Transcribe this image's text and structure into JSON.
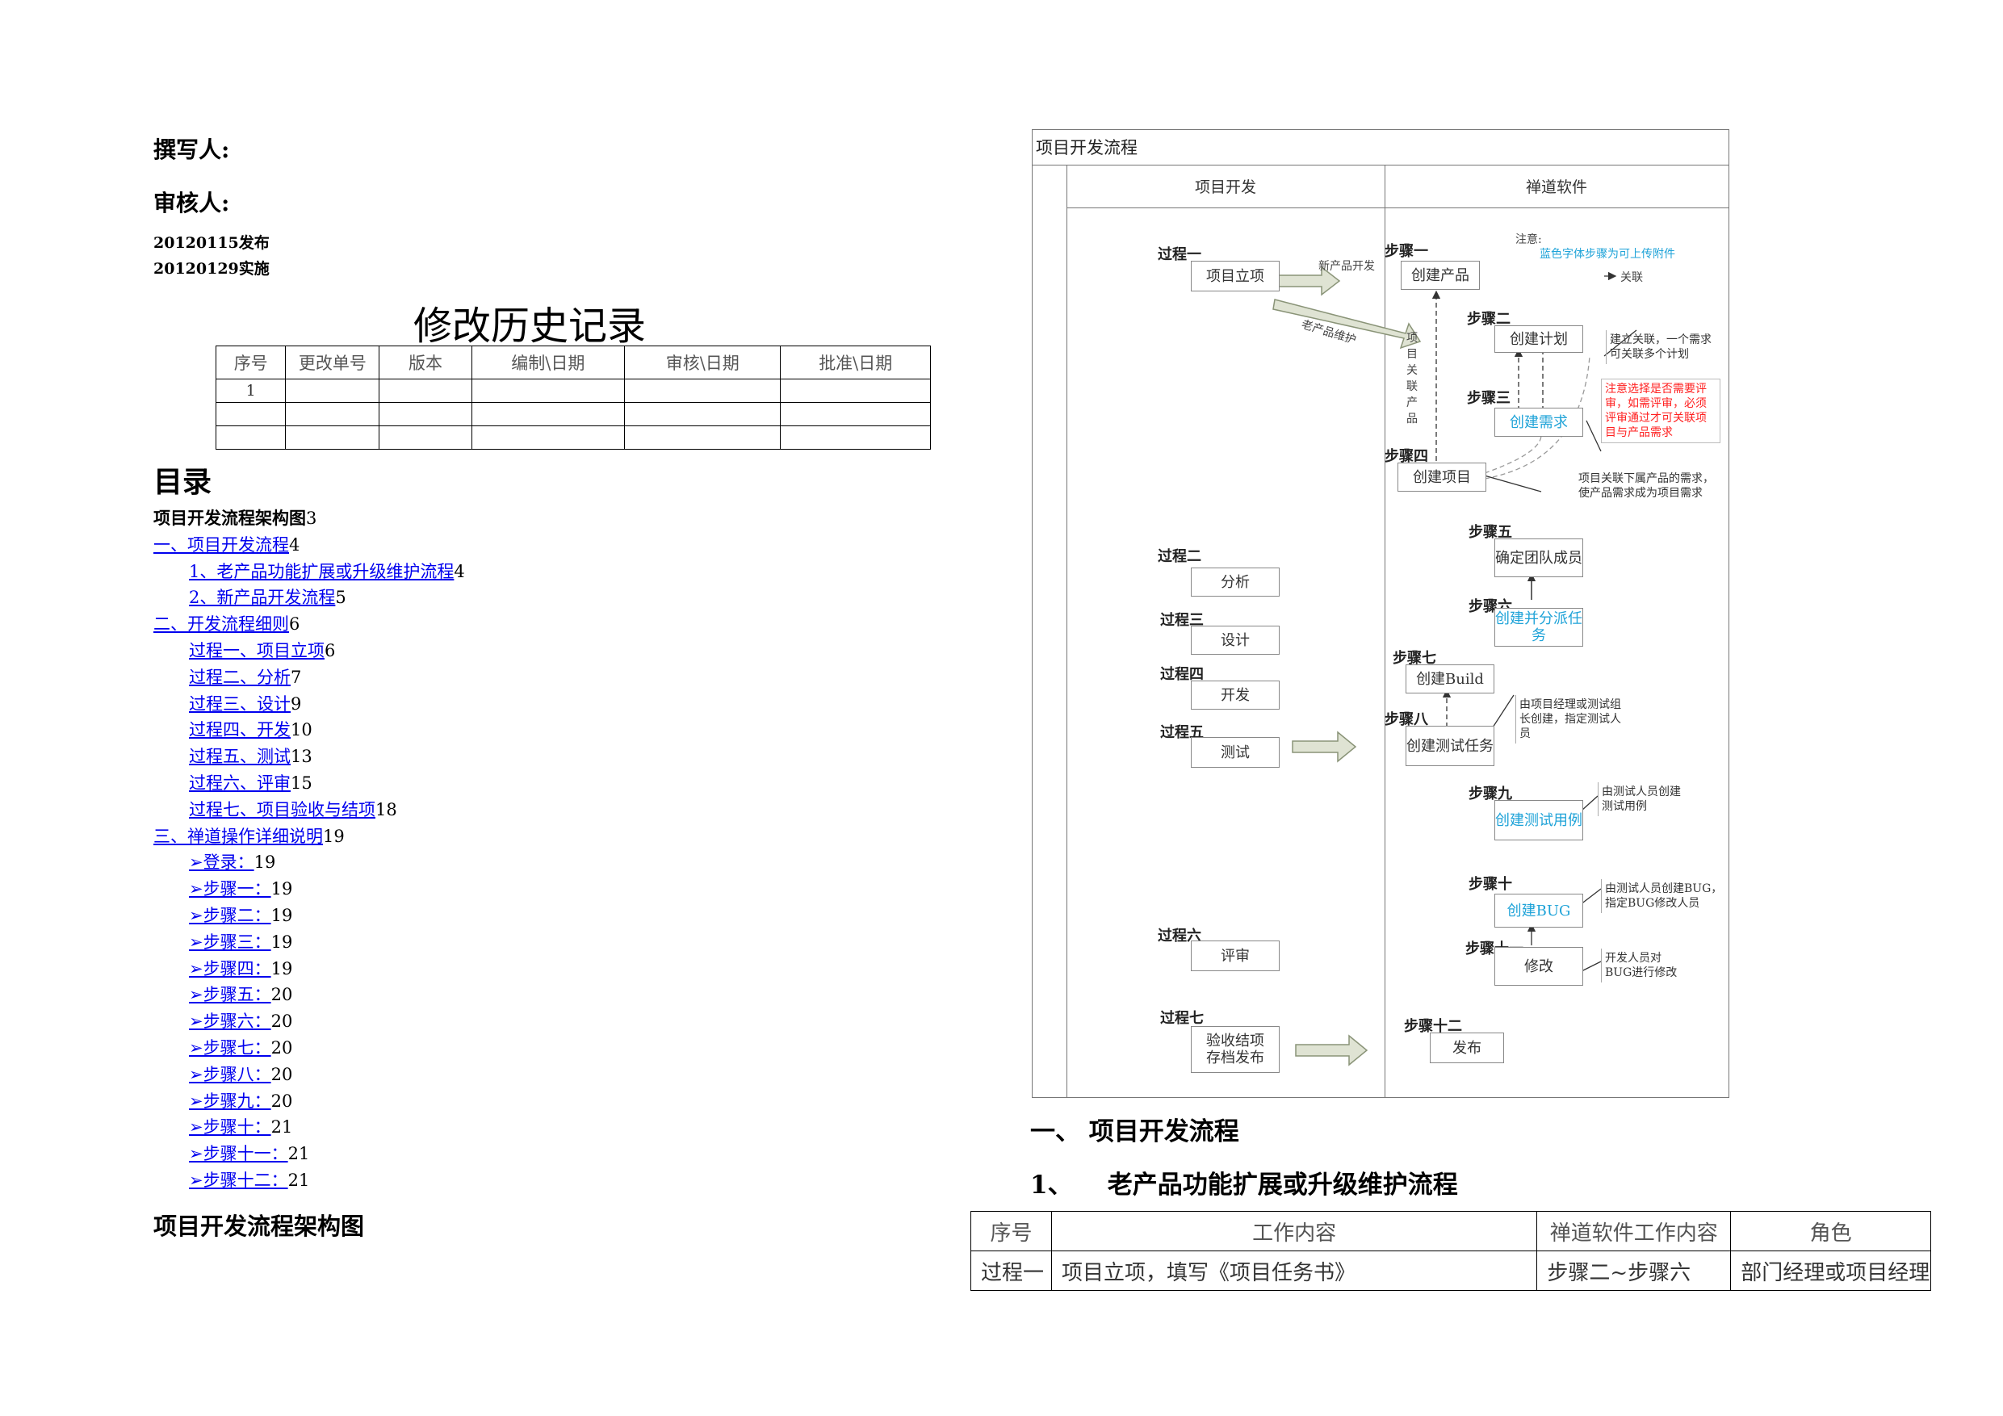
{
  "left_page": {
    "writer_label": "撰写人:",
    "reviewer_label": "审核人:",
    "publish_date": "20120115发布",
    "implement_date": "20120129实施",
    "revision_title": "修改历史记录",
    "revision_table": {
      "headers": [
        "序号",
        "更改单号",
        "版本",
        "编制\\日期",
        "审核\\日期",
        "批准\\日期"
      ],
      "rows": [
        [
          "1",
          "",
          "",
          "",
          "",
          ""
        ],
        [
          "",
          "",
          "",
          "",
          "",
          ""
        ],
        [
          "",
          "",
          "",
          "",
          "",
          ""
        ]
      ]
    },
    "toc_title": "目录",
    "toc": [
      {
        "text": "项目开发流程架构图",
        "page": "3",
        "link": false,
        "indent": 0
      },
      {
        "text": "一、项目开发流程",
        "page": "4",
        "link": true,
        "indent": 0
      },
      {
        "text": "1、老产品功能扩展或升级维护流程",
        "page": "4",
        "link": true,
        "indent": 1
      },
      {
        "text": "2、新产品开发流程",
        "page": "5",
        "link": true,
        "indent": 1
      },
      {
        "text": "二、开发流程细则",
        "page": "6",
        "link": true,
        "indent": 0
      },
      {
        "text": "过程一、项目立项",
        "page": "6",
        "link": true,
        "indent": 1
      },
      {
        "text": "过程二、分析",
        "page": "7",
        "link": true,
        "indent": 1
      },
      {
        "text": "过程三、设计",
        "page": "9",
        "link": true,
        "indent": 1
      },
      {
        "text": "过程四、开发",
        "page": "10",
        "link": true,
        "indent": 1
      },
      {
        "text": "过程五、测试",
        "page": "13",
        "link": true,
        "indent": 1
      },
      {
        "text": "过程六、评审",
        "page": "15",
        "link": true,
        "indent": 1
      },
      {
        "text": "过程七、项目验收与结项",
        "page": "18",
        "link": true,
        "indent": 1
      },
      {
        "text": "三、禅道操作详细说明",
        "page": "19",
        "link": true,
        "indent": 0
      },
      {
        "text": "➢登录：",
        "page": "19",
        "link": true,
        "indent": 1
      },
      {
        "text": "➢步骤一：",
        "page": "19",
        "link": true,
        "indent": 1
      },
      {
        "text": "➢步骤二：",
        "page": "19",
        "link": true,
        "indent": 1
      },
      {
        "text": "➢步骤三：",
        "page": "19",
        "link": true,
        "indent": 1
      },
      {
        "text": "➢步骤四：",
        "page": "19",
        "link": true,
        "indent": 1
      },
      {
        "text": "➢步骤五：",
        "page": "20",
        "link": true,
        "indent": 1
      },
      {
        "text": "➢步骤六：",
        "page": "20",
        "link": true,
        "indent": 1
      },
      {
        "text": "➢步骤七：",
        "page": "20",
        "link": true,
        "indent": 1
      },
      {
        "text": "➢步骤八：",
        "page": "20",
        "link": true,
        "indent": 1
      },
      {
        "text": "➢步骤九：",
        "page": "20",
        "link": true,
        "indent": 1
      },
      {
        "text": "➢步骤十：",
        "page": "21",
        "link": true,
        "indent": 1
      },
      {
        "text": "➢步骤十一：",
        "page": "21",
        "link": true,
        "indent": 1
      },
      {
        "text": "➢步骤十二：",
        "page": "21",
        "link": true,
        "indent": 1
      }
    ],
    "arch_heading": "项目开发流程架构图"
  },
  "flowchart": {
    "title": "项目开发流程",
    "col_left": "项目开发",
    "col_right": "禅道软件",
    "processes": [
      {
        "label": "过程一",
        "box": "项目立项"
      },
      {
        "label": "过程二",
        "box": "分析"
      },
      {
        "label": "过程三",
        "box": "设计"
      },
      {
        "label": "过程四",
        "box": "开发"
      },
      {
        "label": "过程五",
        "box": "测试"
      },
      {
        "label": "过程六",
        "box": "评审"
      },
      {
        "label": "过程七",
        "box": "验收结项\n存档发布"
      }
    ],
    "steps": [
      {
        "label": "步骤一",
        "box": "创建产品"
      },
      {
        "label": "步骤二",
        "box": "创建计划"
      },
      {
        "label": "步骤三",
        "box": "创建需求"
      },
      {
        "label": "步骤四",
        "box": "创建项目"
      },
      {
        "label": "步骤五",
        "box": "确定团队成员"
      },
      {
        "label": "步骤六",
        "box": "创建并分派任务"
      },
      {
        "label": "步骤七",
        "box": "创建Build"
      },
      {
        "label": "步骤八",
        "box": "创建测试任务"
      },
      {
        "label": "步骤九",
        "box": "创建测试用例"
      },
      {
        "label": "步骤十",
        "box": "创建BUG"
      },
      {
        "label": "步骤十一",
        "box": "修改"
      },
      {
        "label": "步骤十二",
        "box": "发布"
      }
    ],
    "arrow_new": "新产品开发",
    "arrow_old": "老产品维护",
    "vertical_text": "项目关联产品",
    "legend_note": "注意:",
    "legend_blue": "蓝色字体步骤为可上传附件",
    "legend_link": "关联",
    "notes": {
      "plan": "建立关联，一个需求可关联多个计划",
      "review": "注意选择是否需要评审，如需评审，必须评审通过才可关联项目与产品需求",
      "project": "项目关联下属产品的需求，使产品需求成为项目需求",
      "testtask": "由项目经理或测试组长创建，指定测试人员",
      "testcase": "由测试人员创建测试用例",
      "bug": "由测试人员创建BUG，指定BUG修改人员",
      "fix": "开发人员对BUG进行修改"
    }
  },
  "right_page": {
    "heading1": "一、 项目开发流程",
    "heading2": "1、    老产品功能扩展或升级维护流程",
    "task_table": {
      "headers": [
        "序号",
        "工作内容",
        "禅道软件工作内容",
        "角色"
      ],
      "rows": [
        [
          "过程一",
          "项目立项，填写《项目任务书》",
          "步骤二~步骤六",
          "部门经理或项目经理"
        ]
      ]
    }
  }
}
